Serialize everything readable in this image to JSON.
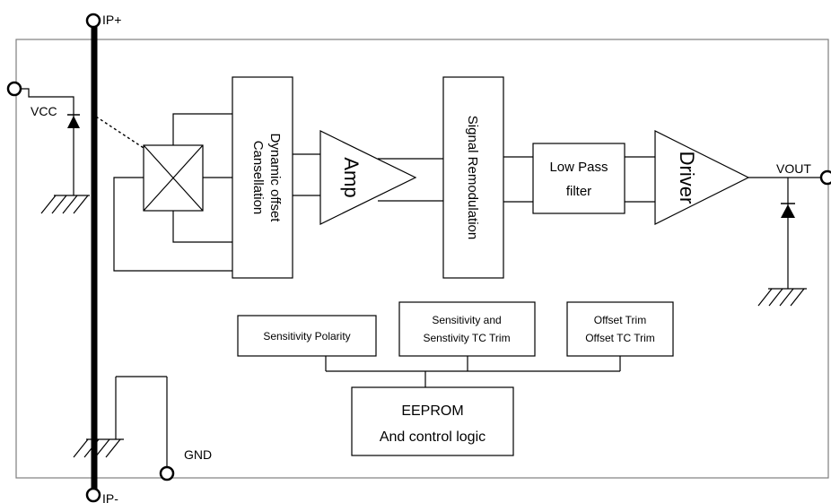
{
  "pins": {
    "ip_plus": "IP+",
    "ip_minus": "IP-",
    "vcc": "VCC",
    "gnd": "GND",
    "vout": "VOUT"
  },
  "blocks": {
    "dynamic_offset": [
      "Dynamic offset",
      "Cansellation"
    ],
    "amp": "Amp",
    "signal_remodulation": "Signal Remodulation",
    "low_pass": [
      "Low Pass",
      "filter"
    ],
    "driver": "Driver",
    "sensitivity_polarity": "Sensitivity Polarity",
    "sensitivity_trim": [
      "Sensitivity and",
      "Senstivity TC Trim"
    ],
    "offset_trim": [
      "Offset Trim",
      "Offset TC Trim"
    ],
    "eeprom": [
      "EEPROM",
      "And control logic"
    ]
  },
  "colors": {
    "line": "#000000",
    "frame": "#7f7f7f",
    "background": "#ffffff"
  }
}
